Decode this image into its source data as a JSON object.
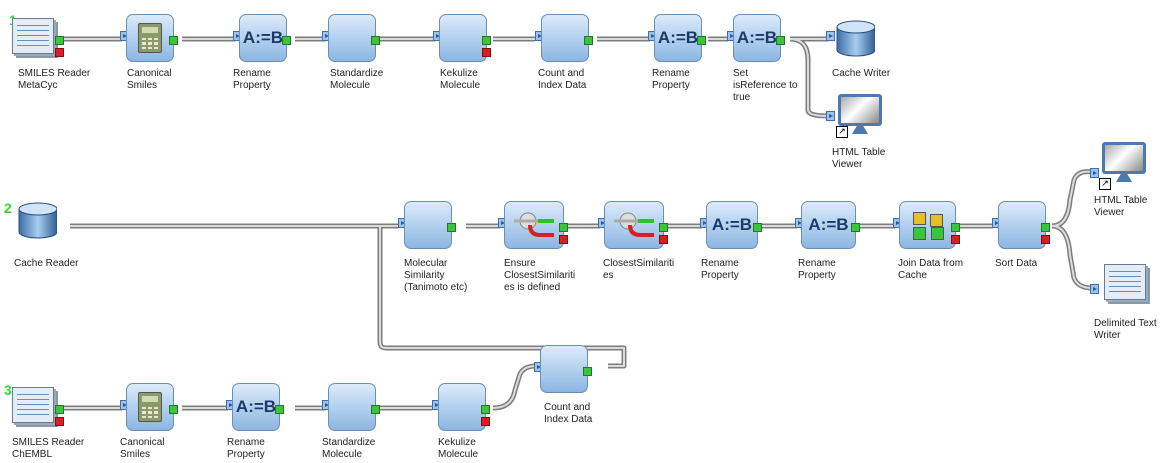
{
  "rows": [
    "1",
    "2",
    "3"
  ],
  "nodes": {
    "r1_reader": "SMILES Reader\nMetaCyc",
    "r1_canonical": "Canonical\nSmiles",
    "r1_rename1": "Rename\nProperty",
    "r1_standardize": "Standardize\nMolecule",
    "r1_kekulize": "Kekulize\nMolecule",
    "r1_count": "Count and\nIndex Data",
    "r1_rename2": "Rename\nProperty",
    "r1_set": "Set\nisReference to\ntrue",
    "r1_cache_writer": "Cache Writer",
    "r1_html": "HTML Table\nViewer",
    "r2_cache_reader": "Cache Reader",
    "r2_similarity": "Molecular\nSimilarity\n(Tanimoto etc)",
    "r2_ensure": "Ensure\nClosestSimilariti\nes is defined",
    "r2_closest": "ClosestSimilariti\nes",
    "r2_rename1": "Rename\nProperty",
    "r2_rename2": "Rename\nProperty",
    "r2_join": "Join Data from\nCache",
    "r2_sort": "Sort Data",
    "r2_html": "HTML Table\nViewer",
    "r2_writer": "Delimited Text\nWriter",
    "r3_reader": "SMILES Reader\nChEMBL",
    "r3_canonical": "Canonical\nSmiles",
    "r3_rename": "Rename\nProperty",
    "r3_standardize": "Standardize\nMolecule",
    "r3_kekulize": "Kekulize\nMolecule",
    "r3_count": "Count and\nIndex Data"
  },
  "rename_glyph": "A:=B",
  "colors": {
    "wire": "#b8b8b8",
    "wire_edge": "#808080",
    "row_number": "#3ad63a",
    "output_port": "#3cc43c",
    "fail_port": "#d82020"
  }
}
